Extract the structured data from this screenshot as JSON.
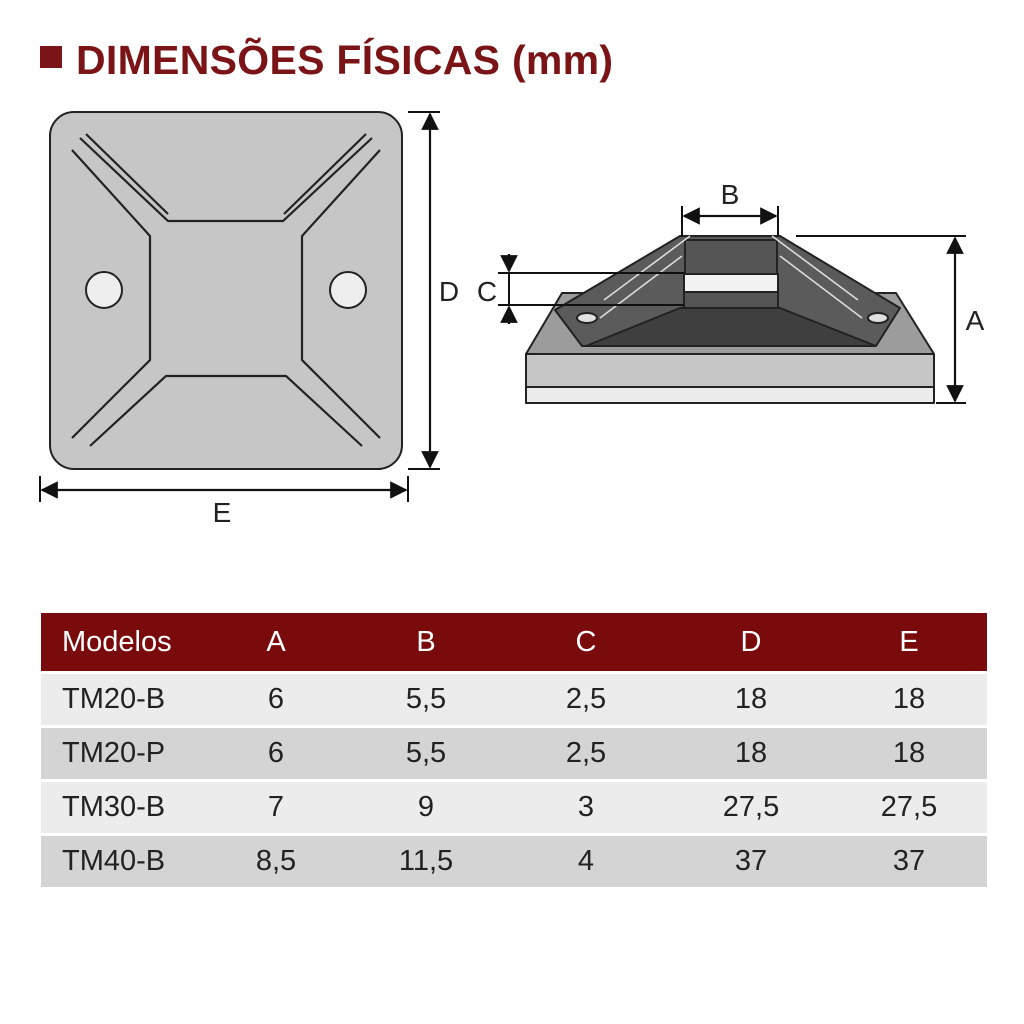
{
  "heading": {
    "title": "DIMENSÕES FÍSICAS (mm)",
    "accent_color": "#7a1416"
  },
  "diagram": {
    "labels": {
      "A": "A",
      "B": "B",
      "C": "C",
      "D": "D",
      "E": "E"
    }
  },
  "table": {
    "header_color": "#7a0b0d",
    "columns": [
      "Modelos",
      "A",
      "B",
      "C",
      "D",
      "E"
    ],
    "rows": [
      [
        "TM20-B",
        "6",
        "5,5",
        "2,5",
        "18",
        "18"
      ],
      [
        "TM20-P",
        "6",
        "5,5",
        "2,5",
        "18",
        "18"
      ],
      [
        "TM30-B",
        "7",
        "9",
        "3",
        "27,5",
        "27,5"
      ],
      [
        "TM40-B",
        "8,5",
        "11,5",
        "4",
        "37",
        "37"
      ]
    ]
  }
}
